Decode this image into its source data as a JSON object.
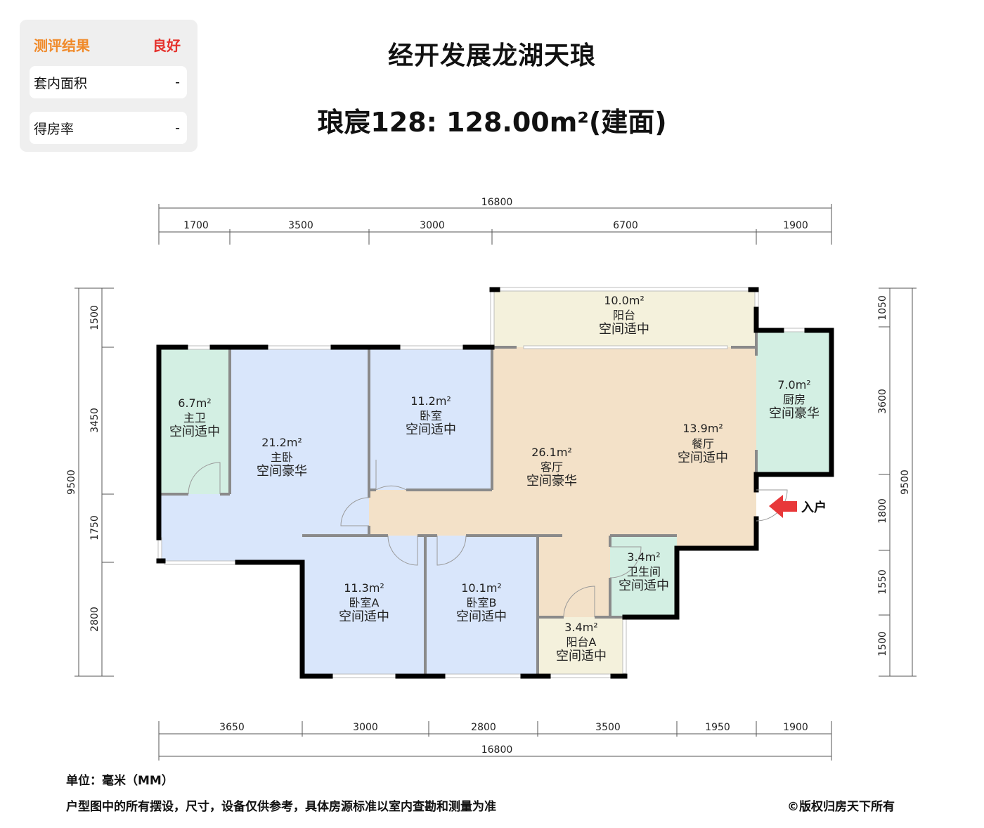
{
  "evaluation": {
    "result_label": "测评结果",
    "result_value": "良好",
    "rows": [
      {
        "label": "套内面积",
        "value": "-"
      },
      {
        "label": "得房率",
        "value": "-"
      }
    ]
  },
  "header": {
    "project_name": "经开发展龙湖天琅",
    "unit_title": "琅宸128: 128.00m²(建面)"
  },
  "dimensions": {
    "top_total": "16800",
    "top_segments": [
      "1700",
      "3500",
      "3000",
      "6700",
      "1900"
    ],
    "bottom_segments": [
      "3650",
      "3000",
      "2800",
      "3500",
      "1950",
      "1900"
    ],
    "bottom_total": "16800",
    "left_total": "9500",
    "left_segments": [
      "1500",
      "3450",
      "1750",
      "2800"
    ],
    "right_total": "9500",
    "right_segments": [
      "1050",
      "3600",
      "1800",
      "1550",
      "1500"
    ]
  },
  "rooms": [
    {
      "id": "balcony",
      "area": "10.0m²",
      "name": "阳台",
      "rating": "空间适中"
    },
    {
      "id": "master-bath",
      "area": "6.7m²",
      "name": "主卫",
      "rating": "空间适中"
    },
    {
      "id": "master-bedroom",
      "area": "21.2m²",
      "name": "主卧",
      "rating": "空间豪华"
    },
    {
      "id": "bedroom",
      "area": "11.2m²",
      "name": "卧室",
      "rating": "空间适中"
    },
    {
      "id": "living-room",
      "area": "26.1m²",
      "name": "客厅",
      "rating": "空间豪华"
    },
    {
      "id": "dining-room",
      "area": "13.9m²",
      "name": "餐厅",
      "rating": "空间适中"
    },
    {
      "id": "kitchen",
      "area": "7.0m²",
      "name": "厨房",
      "rating": "空间豪华"
    },
    {
      "id": "bedroom-a",
      "area": "11.3m²",
      "name": "卧室A",
      "rating": "空间适中"
    },
    {
      "id": "bedroom-b",
      "area": "10.1m²",
      "name": "卧室B",
      "rating": "空间适中"
    },
    {
      "id": "bathroom",
      "area": "3.4m²",
      "name": "卫生间",
      "rating": "空间适中"
    },
    {
      "id": "balcony-a",
      "area": "3.4m²",
      "name": "阳台A",
      "rating": "空间适中"
    }
  ],
  "entrance": {
    "label": "入户",
    "arrow_color": "#e8383a"
  },
  "colors": {
    "bedroom": "#d9e6fb",
    "living": "#f3e1c8",
    "wet": "#d3efe3",
    "balcony": "#f4f1dc",
    "wall": "#000000",
    "partition": "#8a8a8a"
  },
  "footer": {
    "unit_note": "单位：毫米（MM）",
    "disclaimer": "户型图中的所有摆设，尺寸，设备仅供参考，具体房源标准以室内查勘和测量为准",
    "copyright": "©版权归房天下所有"
  }
}
